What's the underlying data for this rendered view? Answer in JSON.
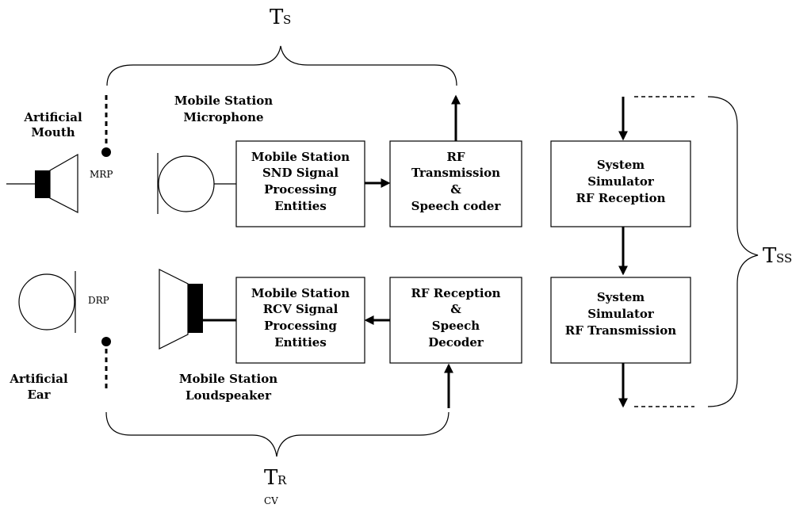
{
  "timing": {
    "ts": "T",
    "ts_sub": "S",
    "tss": "T",
    "tss_sub": "SS",
    "tr": "T",
    "tr_sub": "R",
    "tr_cv": "CV"
  },
  "labels": {
    "artificial_mouth": [
      "Artificial",
      "Mouth"
    ],
    "artificial_ear": [
      "Artificial",
      "Ear"
    ],
    "mrp": "MRP",
    "drp": "DRP",
    "ms_microphone": [
      "Mobile Station",
      "Microphone"
    ],
    "ms_loudspeaker": [
      "Mobile Station",
      "Loudspeaker"
    ]
  },
  "boxes": {
    "snd": [
      "Mobile Station",
      "SND Signal",
      "Processing",
      "Entities"
    ],
    "rf_tx_coder": [
      "RF",
      "Transmission",
      "&",
      "Speech coder"
    ],
    "ss_rf_rx": [
      "System",
      "Simulator",
      "RF Reception"
    ],
    "rcv": [
      "Mobile Station",
      "RCV Signal",
      "Processing",
      "Entities"
    ],
    "rf_rx_decoder": [
      "RF Reception",
      "&",
      "Speech",
      "Decoder"
    ],
    "ss_rf_tx": [
      "System",
      "Simulator",
      "RF Transmission"
    ]
  }
}
